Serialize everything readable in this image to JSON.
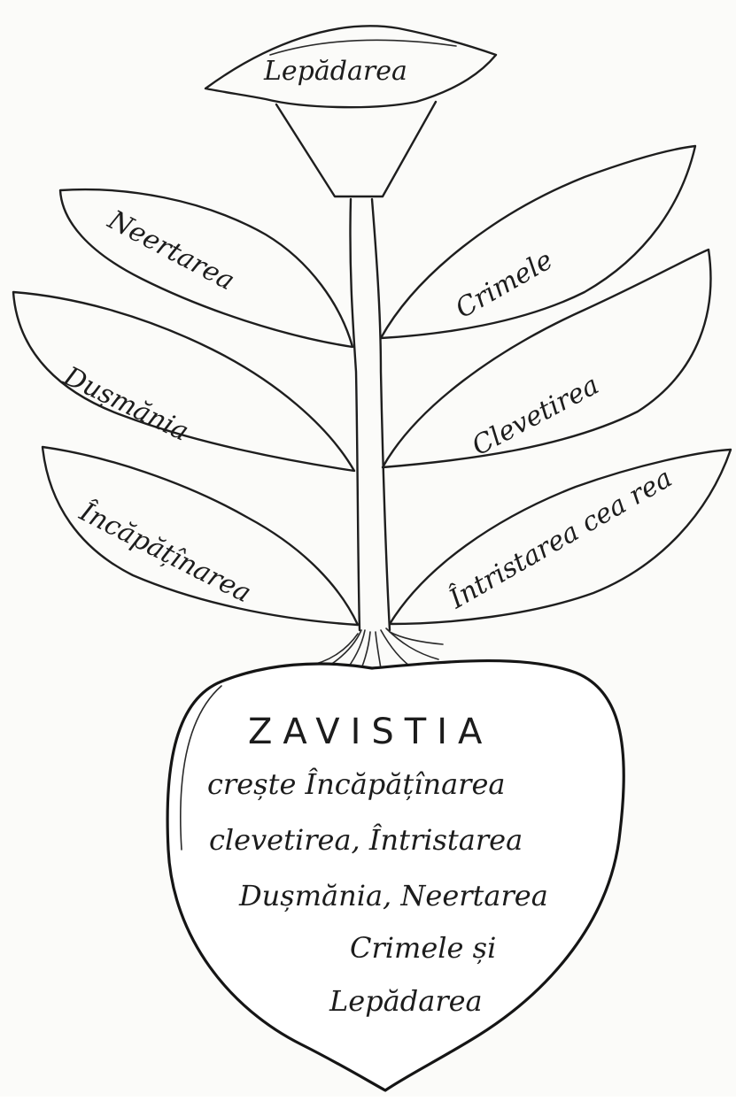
{
  "flower": {
    "label": "Lepădarea"
  },
  "leaves": {
    "left_top": "Neertarea",
    "left_middle": "Dușmănia",
    "left_bottom": "Încăpățînarea",
    "right_top": "Crimele",
    "right_middle": "Clevetirea",
    "right_bottom": "Întristarea cea rea"
  },
  "heart": {
    "title": "ZAVISTIA",
    "lines": [
      "crește Încăpățînarea",
      "clevetirea, Întristarea",
      "Dușmănia, Neertarea",
      "Crimele și",
      "Lepădarea"
    ]
  },
  "colors": {
    "ink": "#1c1c1c",
    "paper": "#fbfbf9"
  }
}
